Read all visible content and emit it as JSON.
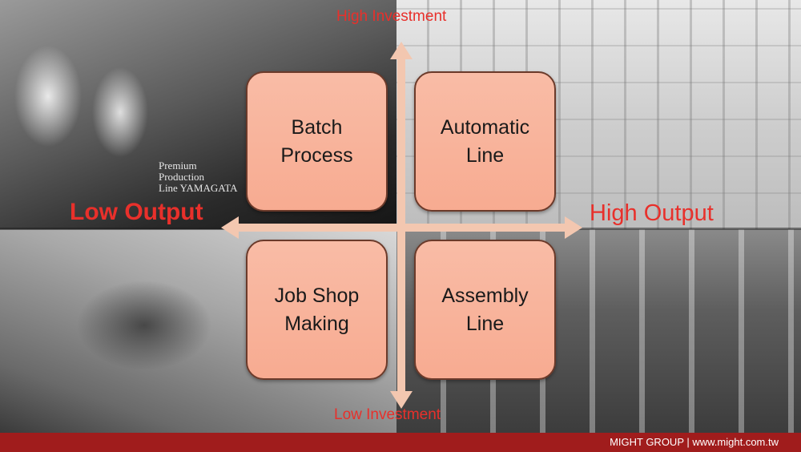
{
  "axes": {
    "top_label": "High Investment",
    "bottom_label": "Low Investment",
    "left_label": "Low Output",
    "right_label": "High Output",
    "color": "#e8302b"
  },
  "quadrants": {
    "top_left": "Batch\nProcess",
    "top_right": "Automatic\nLine",
    "bottom_left": "Job Shop\nMaking",
    "bottom_right": "Assembly\nLine"
  },
  "footer": {
    "text": "MIGHT GROUP | www.might.com.tw",
    "background": "#a01c1c"
  },
  "photo_text": {
    "plaque_line1": "Premium",
    "plaque_line2": "Production",
    "plaque_line3": "Line YAMAGATA"
  },
  "colors": {
    "box_fill": "#f7ab91",
    "box_border": "#6b3a2a",
    "arrow": "#f3c7b0"
  }
}
